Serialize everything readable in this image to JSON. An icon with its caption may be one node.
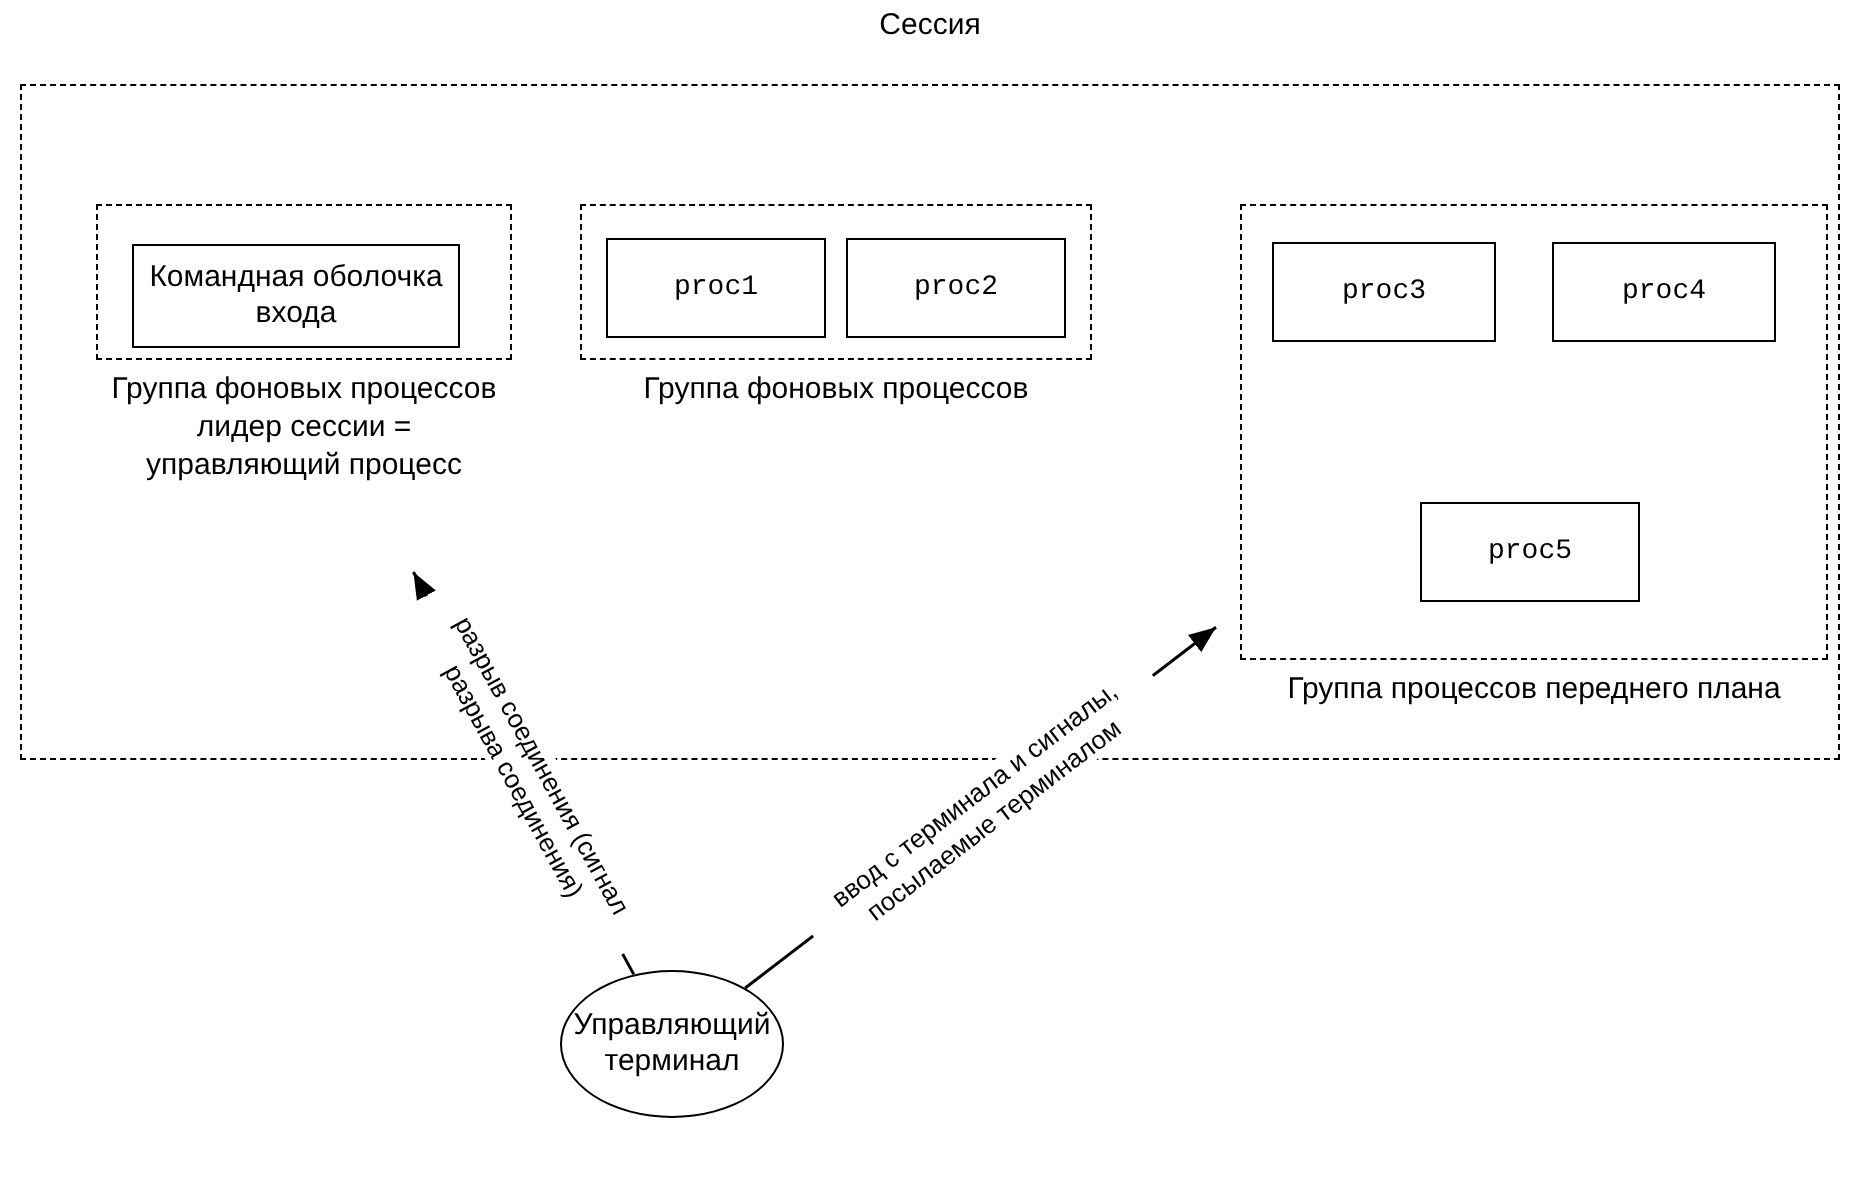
{
  "diagram": {
    "nodes": [
      {
        "text": [
          "Сессия"
        ]
      },
      {
        "text": [
          "Группа фоновых процессов",
          "лидер сессии = управляющий процесс"
        ],
        "in": 0
      },
      {
        "text": [
          "Командная оболочка входа"
        ],
        "in": 1
      },
      {
        "text": [
          "Группа фоновых процессов"
        ],
        "in": 0
      },
      {
        "text": [
          "proc1"
        ],
        "in": 3
      },
      {
        "text": [
          "proc2"
        ],
        "in": 3
      },
      {
        "text": [
          "Группа процессов переднего плана"
        ],
        "in": 0
      },
      {
        "text": [
          "proc3"
        ],
        "in": 6
      },
      {
        "text": [
          "proc4"
        ],
        "in": 6
      },
      {
        "text": [
          "proc5"
        ],
        "in": 6
      },
      {
        "text": [
          "Управляющий терминал"
        ]
      }
    ],
    "edges": [
      {
        "from": 10,
        "to": 1,
        "arrow": "to",
        "label": "разрыв соединения (сигнал разрыва соединения)"
      },
      {
        "from": 10,
        "to": 6,
        "arrow": "to",
        "label": "ввод с терминала и сигналы, посылаемые терминалом"
      }
    ]
  }
}
